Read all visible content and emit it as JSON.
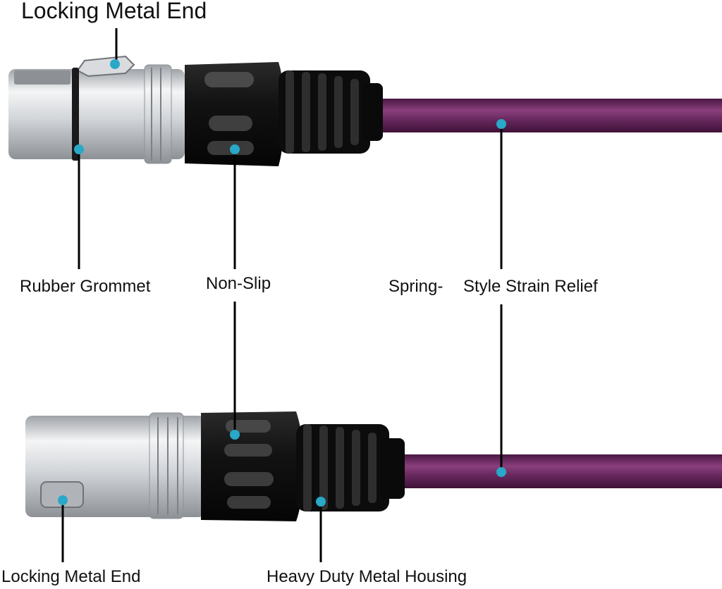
{
  "labels": {
    "top_locking": "Locking Metal End",
    "rubber_grommet": "Rubber Grommet",
    "non_slip": "Non-Slip",
    "strain_relief_1": "Spring-",
    "strain_relief_2": "Style Strain Relief",
    "bottom_locking": "Locking Metal End",
    "housing": "Heavy Duty Metal Housing"
  },
  "colors": {
    "cable": "#5e2454",
    "cable_highlight": "#8a3f7c",
    "metal": "#c9ccd1",
    "metal_light": "#eef0f2",
    "boot": "#151515",
    "boot_grip": "#4a4a4a",
    "marker": "#29a8c8",
    "leader": "#000000"
  }
}
